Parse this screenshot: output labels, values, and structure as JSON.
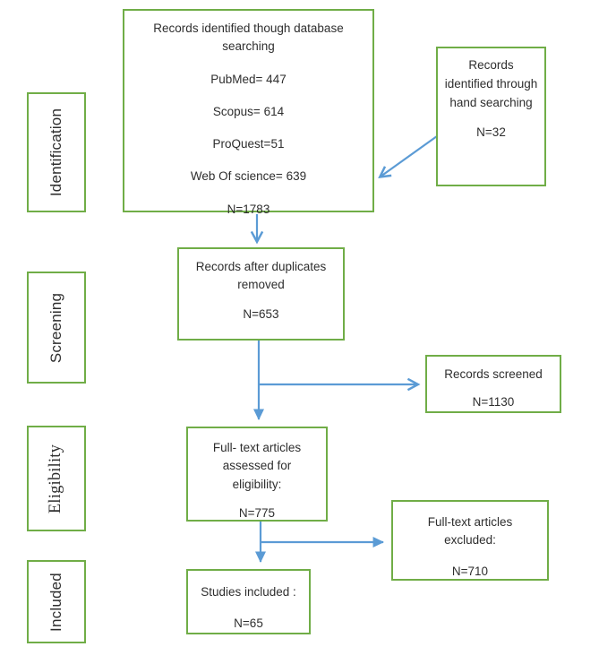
{
  "palette": {
    "green": "#70AD47",
    "blue": "#5B9BD5",
    "text": "#2E2E2E"
  },
  "stage_labels": [
    {
      "label": "Identification"
    },
    {
      "label": "Screening"
    },
    {
      "label": "Eligibility"
    },
    {
      "label": "Included"
    }
  ],
  "boxes": {
    "database_search": {
      "title": "Records identified though database searching",
      "items": [
        "PubMed= 447",
        "Scopus= 614",
        "ProQuest=51",
        "Web Of science= 639"
      ],
      "n": "N=1783"
    },
    "hand_search": {
      "title": "Records identified through hand searching",
      "n": "N=32"
    },
    "duplicates_removed": {
      "title": "Records after duplicates removed",
      "n": "N=653"
    },
    "records_screened": {
      "title": "Records screened",
      "n": "N=1130"
    },
    "fulltext_assessed": {
      "title": "Full- text articles assessed for eligibility:",
      "n": "N=775"
    },
    "fulltext_excluded": {
      "title": "Full-text articles excluded:",
      "n": "N=710"
    },
    "studies_included": {
      "title": "Studies included :",
      "n": "N=65"
    }
  }
}
